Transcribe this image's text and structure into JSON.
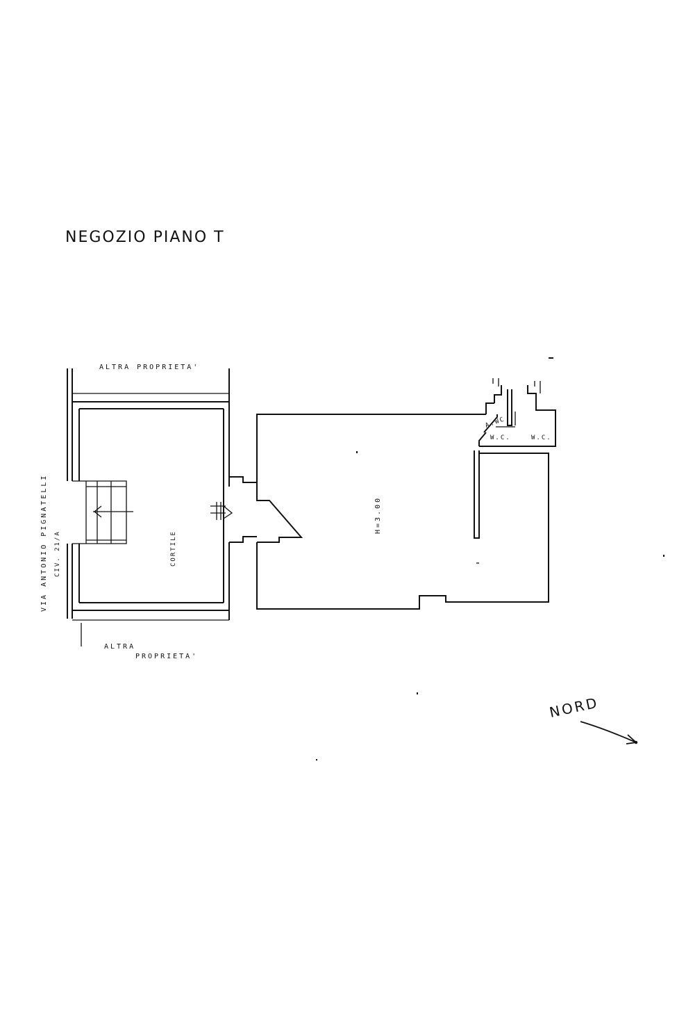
{
  "title": "NEGOZIO PIANO T",
  "labels": {
    "top_neighbor": "ALTRA PROPRIETA'",
    "bottom_neighbor_1": "ALTRA",
    "bottom_neighbor_2": "PROPRIETA'",
    "street_name": "VIA ANTONIO PIGNATELLI",
    "civic_number": "CIV. 21/A",
    "courtyard": "CORTILE",
    "ceiling_height": "H=3.00",
    "antibagno": "A.WC",
    "wc_1": "W.C.",
    "wc_2": "W.C.",
    "north": "NORD"
  },
  "colors": {
    "ink": "#111111",
    "paper": "#ffffff"
  }
}
